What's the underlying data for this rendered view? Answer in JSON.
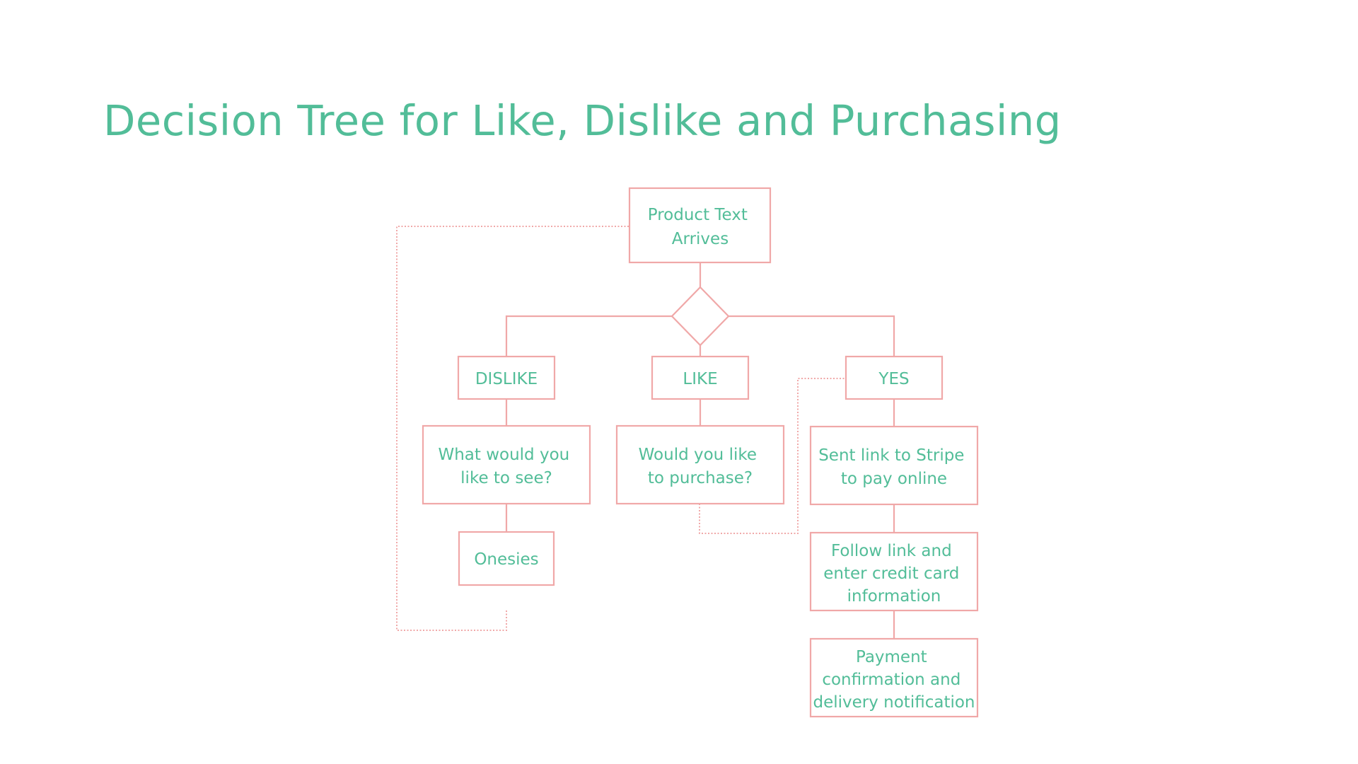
{
  "title": "Decision Tree for Like, Dislike and Purchasing",
  "nodes": {
    "start": {
      "lines": [
        "Product Text",
        "Arrives"
      ]
    },
    "dislike": {
      "lines": [
        "DISLIKE"
      ]
    },
    "like": {
      "lines": [
        "LIKE"
      ]
    },
    "yes": {
      "lines": [
        "YES"
      ]
    },
    "see": {
      "lines": [
        "What would you",
        "like to see?"
      ]
    },
    "purchase": {
      "lines": [
        "Would you like",
        "to purchase?"
      ]
    },
    "stripe": {
      "lines": [
        "Sent link to Stripe",
        "to pay online"
      ]
    },
    "onesies": {
      "lines": [
        "Onesies"
      ]
    },
    "card": {
      "lines": [
        "Follow link and",
        "enter credit card",
        "information"
      ]
    },
    "confirm": {
      "lines": [
        "Payment",
        "confirmation and",
        "delivery notification"
      ]
    }
  },
  "colors": {
    "title": "#52bd98",
    "text": "#52bd98",
    "stroke": "#f0a8a8",
    "background": "#ffffff"
  }
}
